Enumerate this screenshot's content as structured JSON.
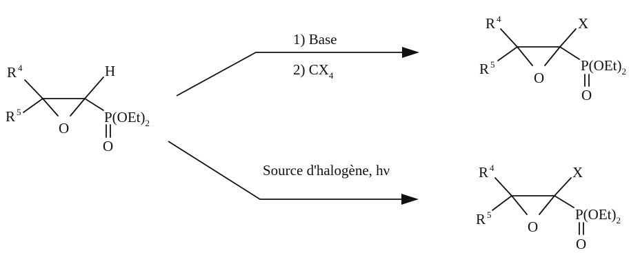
{
  "reactant": {
    "r4": "R",
    "r4_sup": "4",
    "r5": "R",
    "r5_sup": "5",
    "h": "H",
    "o": "O",
    "p_group": "P(OEt)",
    "p_sub": "2",
    "p_oxygen": "O"
  },
  "top_conditions": {
    "step1": "1) Base",
    "step2": "2) CX",
    "step2_sub": "4"
  },
  "bottom_conditions": {
    "label": "Source d'halogène, hν"
  },
  "product_top": {
    "r4": "R",
    "r4_sup": "4",
    "r5": "R",
    "r5_sup": "5",
    "x": "X",
    "o": "O",
    "p_group": "P(OEt)",
    "p_sub": "2",
    "p_oxygen": "O"
  },
  "product_bottom": {
    "r4": "R",
    "r4_sup": "4",
    "r5": "R",
    "r5_sup": "5",
    "x": "X",
    "o": "O",
    "p_group": "P(OEt)",
    "p_sub": "2",
    "p_oxygen": "O"
  }
}
